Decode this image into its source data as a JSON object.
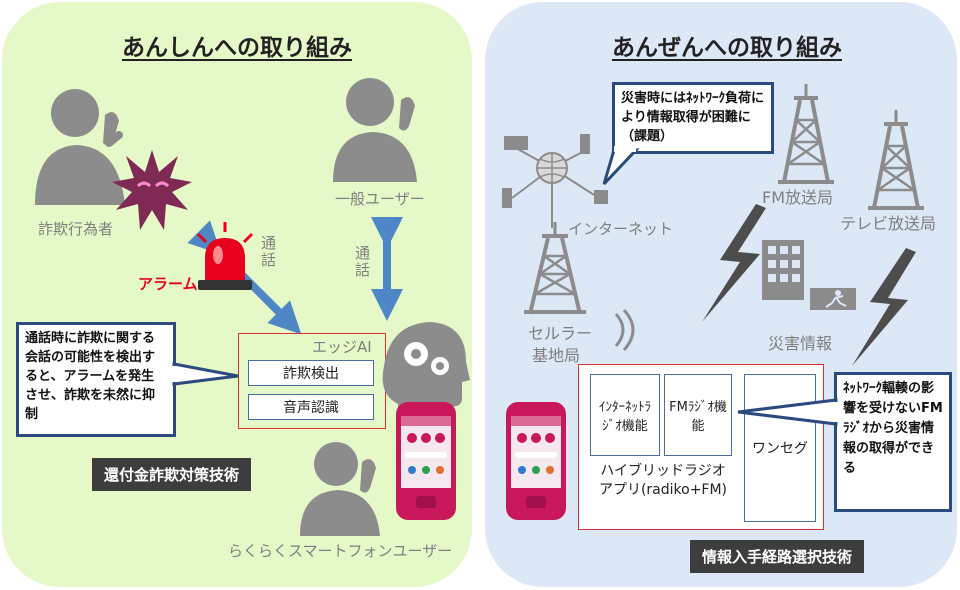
{
  "left_panel": {
    "title": "あんしんへの取り組み",
    "fraudster_label": "詐欺行為者",
    "general_user_label": "一般ユーザー",
    "alarm_label": "アラーム",
    "call_label_1": "通話",
    "call_label_2": "通話",
    "edge_ai_label": "エッジAI",
    "fraud_detection": "詐欺検出",
    "voice_recognition": "音声認識",
    "callout_text": "通話時に詐欺に関する会話の可能性を検出すると、アラームを発生させ、詐欺を未然に抑制",
    "tech_label": "還付金詐欺対策技術",
    "raku_user_label": "らくらくスマートフォンユーザー"
  },
  "right_panel": {
    "title": "あんぜんへの取り組み",
    "disaster_callout": "災害時にはﾈｯﾄﾜｰｸ負荷により情報取得が困難に（課題）",
    "internet_label": "インターネット",
    "fm_station_label": "FM放送局",
    "tv_station_label": "テレビ放送局",
    "cell_station_label_1": "セルラー",
    "cell_station_label_2": "基地局",
    "disaster_info_label": "災害情報",
    "internet_radio_box": "ｲﾝﾀｰﾈｯﾄﾗｼﾞｵ機能",
    "fm_radio_box": "FMﾗｼﾞｵ機能",
    "oneseg_box": "ワンセグ",
    "hybrid_app": "ハイブリッドラジオアプリ(radiko+FM)",
    "network_callout": "ﾈｯﾄﾜｰｸ輻輳の影響を受けないFMﾗｼﾞｵから災害情報の取得ができる",
    "tech_label": "情報入手経路選択技術"
  },
  "colors": {
    "left_bg": "#e5f8c8",
    "right_bg": "#dce8f6",
    "arrow_blue": "#4f86c6",
    "alarm_red": "#e8001c",
    "phone_pink": "#c8185a"
  }
}
